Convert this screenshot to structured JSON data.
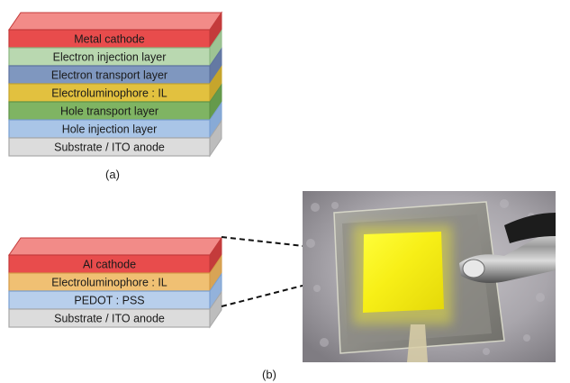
{
  "panel_a": {
    "caption": "(a)",
    "layers": [
      {
        "label": "Metal cathode",
        "color": "#e84c4c",
        "color_top": "#f28b88",
        "color_side": "#c43b3b",
        "stroke": "#c43b3b"
      },
      {
        "label": "Electron injection layer",
        "color": "#b9d8b0",
        "color_top": "#d3e7cd",
        "color_side": "#9ec494",
        "stroke": "#8cb883"
      },
      {
        "label": "Electron transport layer",
        "color": "#7f97bf",
        "color_top": "#a6b7d4",
        "color_side": "#6479a3",
        "stroke": "#5d73a0"
      },
      {
        "label": "Electroluminophore : IL",
        "color": "#e2c13f",
        "color_top": "#ecd57c",
        "color_side": "#c6a52c",
        "stroke": "#c6a52c"
      },
      {
        "label": "Hole transport layer",
        "color": "#7fb463",
        "color_top": "#a6cc91",
        "color_side": "#659a4b",
        "stroke": "#5e9346"
      },
      {
        "label": "Hole injection layer",
        "color": "#a9c5e7",
        "color_top": "#c8daf0",
        "color_side": "#88aad6",
        "stroke": "#7aa0d2"
      },
      {
        "label": "Substrate / ITO anode",
        "color": "#dcdcdc",
        "color_top": "#ebebeb",
        "color_side": "#bdbdbd",
        "stroke": "#a8a8a8"
      }
    ]
  },
  "panel_b": {
    "caption": "(b)",
    "layers": [
      {
        "label": "Al cathode",
        "color": "#e84c4c",
        "color_top": "#f28b88",
        "color_side": "#c43b3b",
        "stroke": "#c43b3b"
      },
      {
        "label": "Electroluminophore : IL",
        "color": "#f0c073",
        "color_top": "#f5d6a2",
        "color_side": "#d8a455",
        "stroke": "#d49a45"
      },
      {
        "label": "PEDOT : PSS",
        "color": "#b8cfec",
        "color_top": "#d1e0f3",
        "color_side": "#93b2db",
        "stroke": "#7aa0d2"
      },
      {
        "label": "Substrate / ITO anode",
        "color": "#dcdcdc",
        "color_top": "#ebebeb",
        "color_side": "#bdbdbd",
        "stroke": "#a8a8a8"
      }
    ]
  }
}
